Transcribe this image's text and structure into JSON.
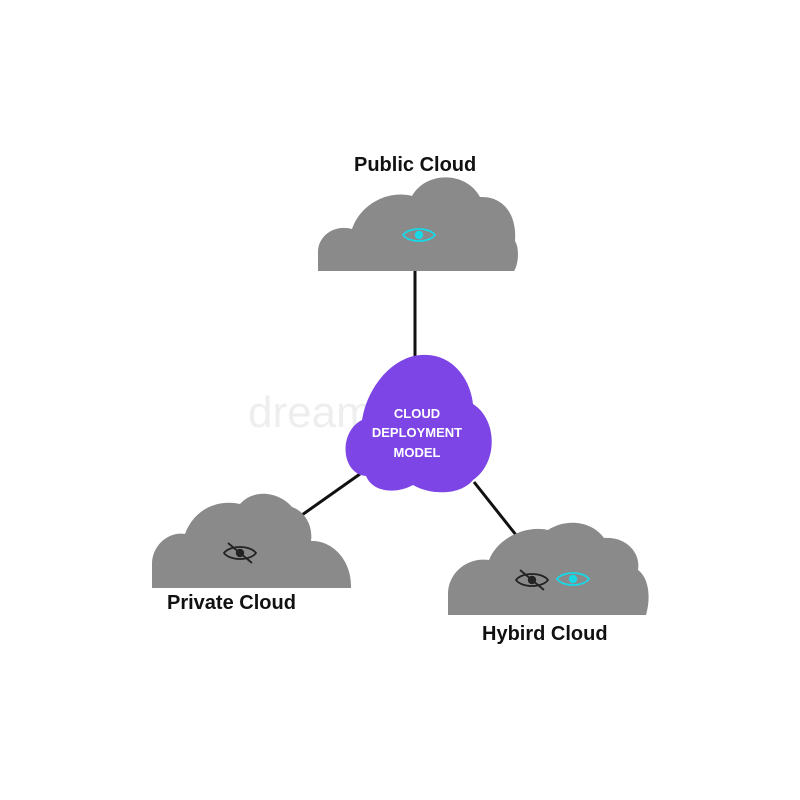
{
  "center": {
    "line1": "CLOUD",
    "line2": "DEPLOYMENT",
    "line3": "MODEL",
    "fill_color": "#7d45e6",
    "text_color": "#ffffff"
  },
  "nodes": {
    "public": {
      "label": "Public Cloud",
      "icons": [
        "eye-visible-icon"
      ]
    },
    "private": {
      "label": "Private Cloud",
      "icons": [
        "eye-hidden-icon"
      ]
    },
    "hybrid": {
      "label": "Hybird Cloud",
      "icons": [
        "eye-hidden-icon",
        "eye-visible-icon"
      ]
    }
  },
  "colors": {
    "cloud_fill": "#8a8a8a",
    "connector": "#111111",
    "visible_eye": "#18d8e8",
    "hidden_eye": "#222222"
  },
  "watermark": "dreamstime"
}
